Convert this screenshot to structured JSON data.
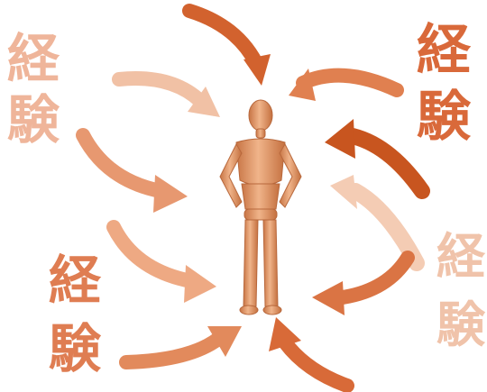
{
  "illustration": {
    "labels": [
      {
        "char1": "経",
        "char2": "験",
        "color": "#efb59a"
      },
      {
        "char1": "経",
        "char2": "験",
        "color": "#d9693a"
      },
      {
        "char1": "経",
        "char2": "験",
        "color": "#df7d52"
      },
      {
        "char1": "経",
        "char2": "験",
        "color": "#f0c3aa"
      }
    ],
    "arrow_colors": [
      "#d2622e",
      "#e3916a",
      "#efc0a4",
      "#f6d6c4"
    ],
    "figure_color": "#e09a6c",
    "figure_icon": "wooden-mannequin-icon",
    "arrow_icon": "curved-arrow-icon"
  }
}
